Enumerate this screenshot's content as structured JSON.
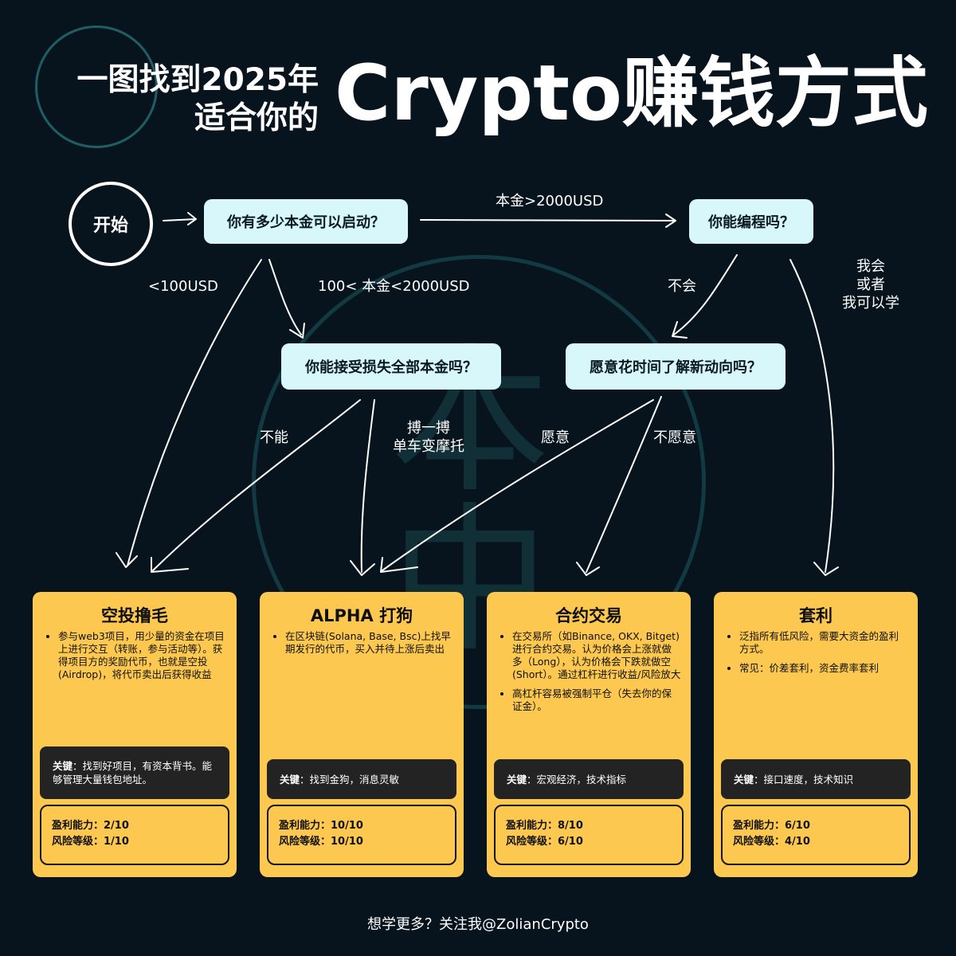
{
  "header": {
    "line1": "一图找到2025年",
    "line2": "适合你的",
    "main": "Crypto赚钱方式"
  },
  "watermark": {
    "text": "本中"
  },
  "flow": {
    "start": "开始",
    "q_capital": "你有多少本金可以启动？",
    "q_code": "你能编程吗？",
    "q_loss": "你能接受损失全部本金吗？",
    "q_time": "愿意花时间了解新动向吗？",
    "edges": {
      "over2000": "本金>2000USD",
      "under100": "<100USD",
      "mid": "100< 本金<2000USD",
      "no_code": "不会",
      "can_code": [
        "我会",
        "或者",
        "我可以学"
      ],
      "cannot": "不能",
      "gamble": [
        "搏一搏",
        "单车变摩托"
      ],
      "willing": "愿意",
      "unwilling": "不愿意"
    }
  },
  "cards": [
    {
      "title": "空投撸毛",
      "bullets": [
        "参与web3项目，用少量的资金在项目上进行交互（转账，参与活动等）。获得项目方的奖励代币，也就是空投(Airdrop)，将代币卖出后获得收益"
      ],
      "key_label": "关键",
      "key_text": "：找到好项目，有资本背书。能够管理大量钱包地址。",
      "profit": "盈利能力：2/10",
      "risk": "风险等级：1/10"
    },
    {
      "title": "ALPHA 打狗",
      "bullets": [
        "在区块链(Solana, Base, Bsc)上找早期发行的代币，买入并待上涨后卖出"
      ],
      "key_label": "关键",
      "key_text": "：找到金狗，消息灵敏",
      "profit": "盈利能力：10/10",
      "risk": "风险等级：10/10"
    },
    {
      "title": "合约交易",
      "bullets": [
        "在交易所（如Binance, OKX, Bitget)进行合约交易。认为价格会上涨就做多（Long），认为价格会下跌就做空(Short）。通过杠杆进行收益/风险放大",
        "高杠杆容易被强制平仓（失去你的保证金）。"
      ],
      "key_label": "关键",
      "key_text": "：宏观经济，技术指标",
      "profit": "盈利能力：8/10",
      "risk": "风险等级：6/10"
    },
    {
      "title": "套利",
      "bullets": [
        "泛指所有低风险，需要大资金的盈利方式。",
        "常见：价差套利，资金费率套利"
      ],
      "key_label": "关键",
      "key_text": "：接口速度，技术知识",
      "profit": "盈利能力：6/10",
      "risk": "风险等级：4/10"
    }
  ],
  "footer": "想学更多？关注我@ZolianCrypto"
}
